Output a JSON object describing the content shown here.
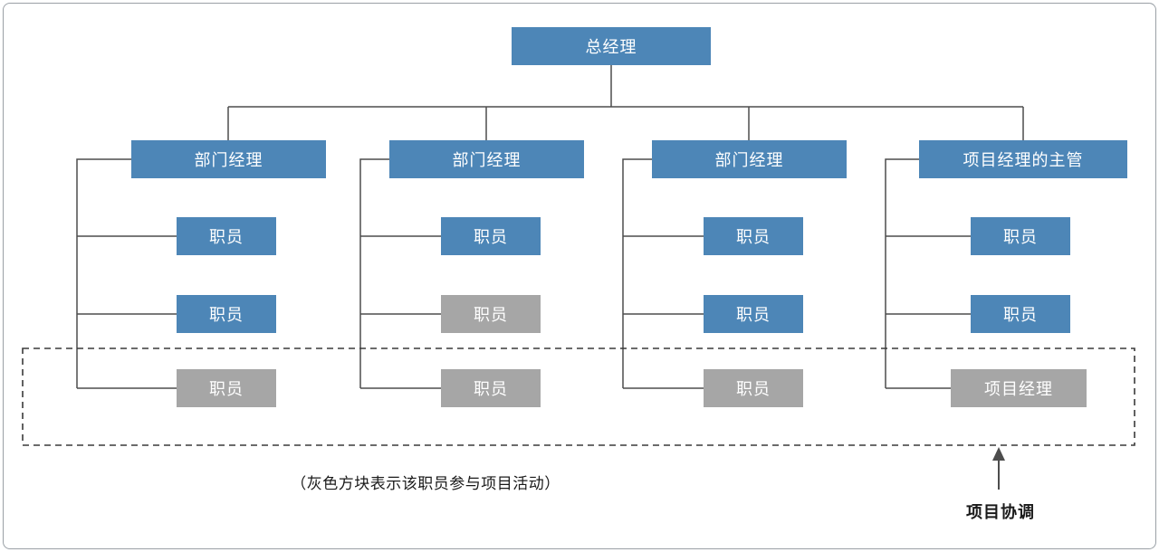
{
  "diagram": {
    "colors": {
      "blue": "#4d86b7",
      "gray": "#a6a6a6",
      "line": "#4d4d4d",
      "dash": "#3a3a3a"
    },
    "root": {
      "label": "总经理"
    },
    "columns": [
      {
        "manager": {
          "label": "部门经理"
        },
        "staff": [
          {
            "label": "职员",
            "color": "blue"
          },
          {
            "label": "职员",
            "color": "blue"
          },
          {
            "label": "职员",
            "color": "gray"
          }
        ]
      },
      {
        "manager": {
          "label": "部门经理"
        },
        "staff": [
          {
            "label": "职员",
            "color": "blue"
          },
          {
            "label": "职员",
            "color": "gray"
          },
          {
            "label": "职员",
            "color": "gray"
          }
        ]
      },
      {
        "manager": {
          "label": "部门经理"
        },
        "staff": [
          {
            "label": "职员",
            "color": "blue"
          },
          {
            "label": "职员",
            "color": "blue"
          },
          {
            "label": "职员",
            "color": "gray"
          }
        ]
      },
      {
        "manager": {
          "label": "项目经理的主管"
        },
        "staff": [
          {
            "label": "职员",
            "color": "blue"
          },
          {
            "label": "职员",
            "color": "blue"
          },
          {
            "label": "项目经理",
            "color": "gray"
          }
        ]
      }
    ],
    "caption": "（灰色方块表示该职员参与项目活动）",
    "arrow_label": "项目协调"
  }
}
